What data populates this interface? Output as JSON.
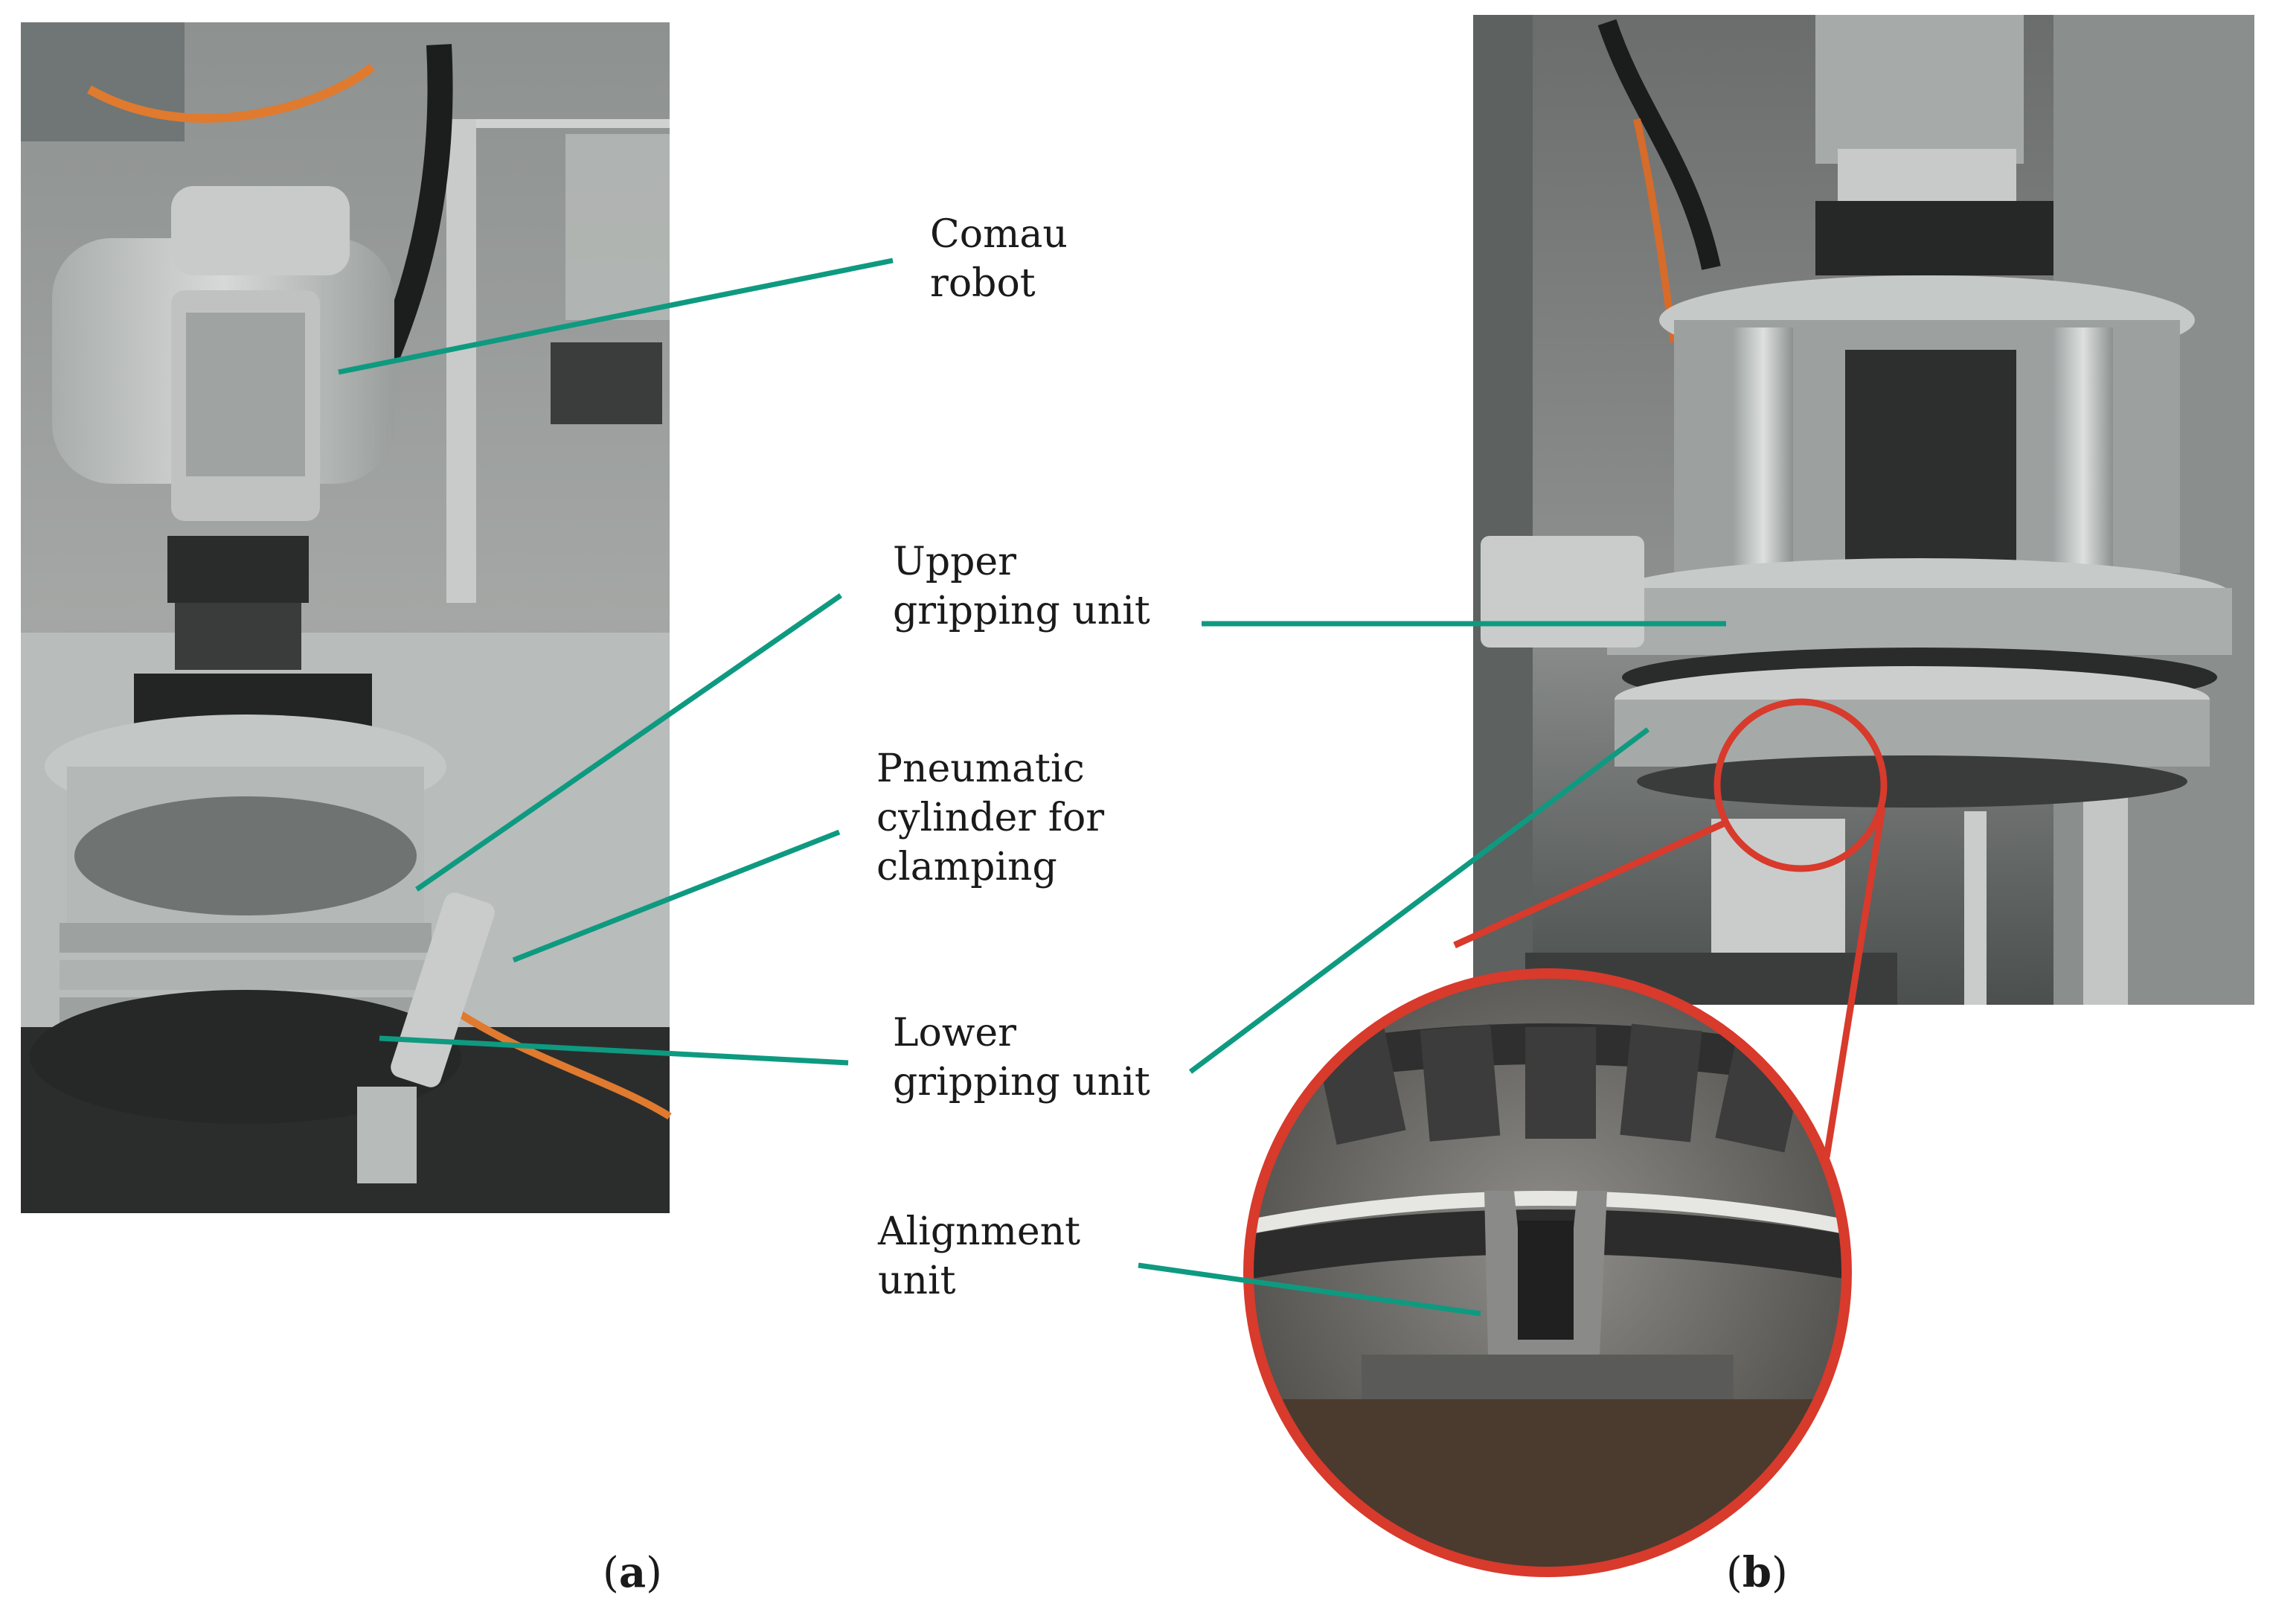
{
  "figure": {
    "labels": {
      "comau_robot": [
        "Comau",
        "robot"
      ],
      "upper_gripping_unit": [
        "Upper",
        "gripping unit"
      ],
      "pneumatic_cylinder": [
        "Pneumatic",
        "cylinder for",
        "clamping"
      ],
      "lower_gripping_unit": [
        "Lower",
        "gripping unit"
      ],
      "alignment_unit": [
        "Alignment",
        "unit"
      ]
    },
    "captions": {
      "a": "a",
      "b": "b"
    }
  },
  "colors": {
    "leader_line": "#0e9a80",
    "zoom_circle": "#d83a2c"
  }
}
